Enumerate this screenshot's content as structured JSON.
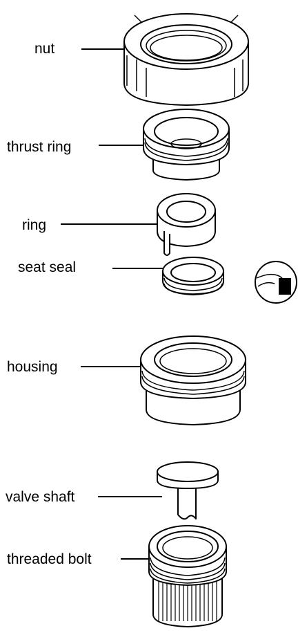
{
  "labels": {
    "nut": "nut",
    "thrust_ring": "thrust ring",
    "ring": "ring",
    "seat_seal": "seat seal",
    "housing": "housing",
    "valve_shaft": "valve shaft",
    "threaded_bolt": "threaded bolt"
  }
}
